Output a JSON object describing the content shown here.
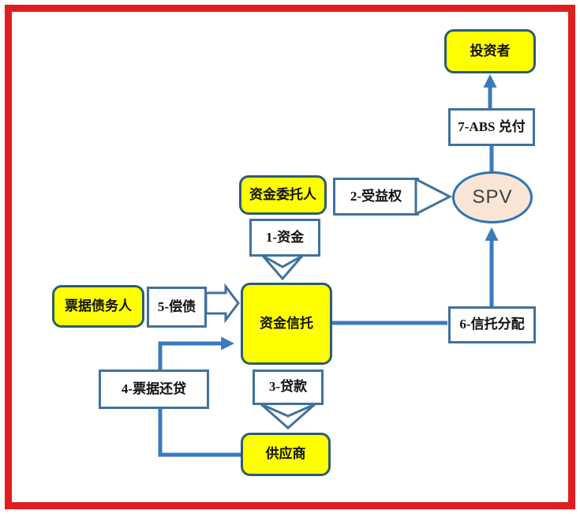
{
  "diagram": {
    "type": "flowchart",
    "nodes": [
      {
        "id": "investor",
        "label": "投资者",
        "shape": "rounded-rect",
        "fill": "#ffff00"
      },
      {
        "id": "abs-payment",
        "label": "7-ABS 兑付",
        "shape": "rect",
        "fill": "#ffffff"
      },
      {
        "id": "spv",
        "label": "SPV",
        "shape": "ellipse",
        "fill": "#fbe5d6"
      },
      {
        "id": "fund-principal",
        "label": "资金委托人",
        "shape": "rounded-rect",
        "fill": "#ffff00"
      },
      {
        "id": "beneficiary-right",
        "label": "2-受益权",
        "shape": "rect",
        "fill": "#ffffff"
      },
      {
        "id": "fund",
        "label": "1-资金",
        "shape": "rect",
        "fill": "#ffffff"
      },
      {
        "id": "fund-trust",
        "label": "资金信托",
        "shape": "rounded-rect",
        "fill": "#ffff00"
      },
      {
        "id": "note-debtor",
        "label": "票据债务人",
        "shape": "rounded-rect",
        "fill": "#ffff00"
      },
      {
        "id": "repay-debt",
        "label": "5-偿债",
        "shape": "rect",
        "fill": "#ffffff"
      },
      {
        "id": "trust-distribution",
        "label": "6-信托分配",
        "shape": "rect",
        "fill": "#ffffff"
      },
      {
        "id": "note-repay-loan",
        "label": "4-票据还贷",
        "shape": "rect",
        "fill": "#ffffff"
      },
      {
        "id": "loan",
        "label": "3-贷款",
        "shape": "rect",
        "fill": "#ffffff"
      },
      {
        "id": "supplier",
        "label": "供应商",
        "shape": "rounded-rect",
        "fill": "#ffff00"
      }
    ],
    "edges": [
      {
        "from": "资金委托人",
        "to": "资金信托",
        "label": "1-资金"
      },
      {
        "from": "资金委托人",
        "to": "SPV",
        "label": "2-受益权"
      },
      {
        "from": "资金信托",
        "to": "供应商",
        "label": "3-贷款"
      },
      {
        "from": "供应商",
        "to": "资金信托",
        "label": "4-票据还贷"
      },
      {
        "from": "票据债务人",
        "to": "资金信托",
        "label": "5-偿债"
      },
      {
        "from": "资金信托",
        "to": "SPV",
        "label": "6-信托分配"
      },
      {
        "from": "SPV",
        "to": "投资者",
        "label": "7-ABS 兑付"
      }
    ],
    "colors": {
      "frame_red": "#e01d1f",
      "node_yellow_fill": "#ffff00",
      "node_yellow_border": "#2d5c74",
      "node_white_border": "#41719c",
      "connector_blue": "#3a7abd",
      "spv_fill": "#fbe5d6",
      "spv_border": "#2e75b6",
      "text_color": "#111111"
    }
  }
}
